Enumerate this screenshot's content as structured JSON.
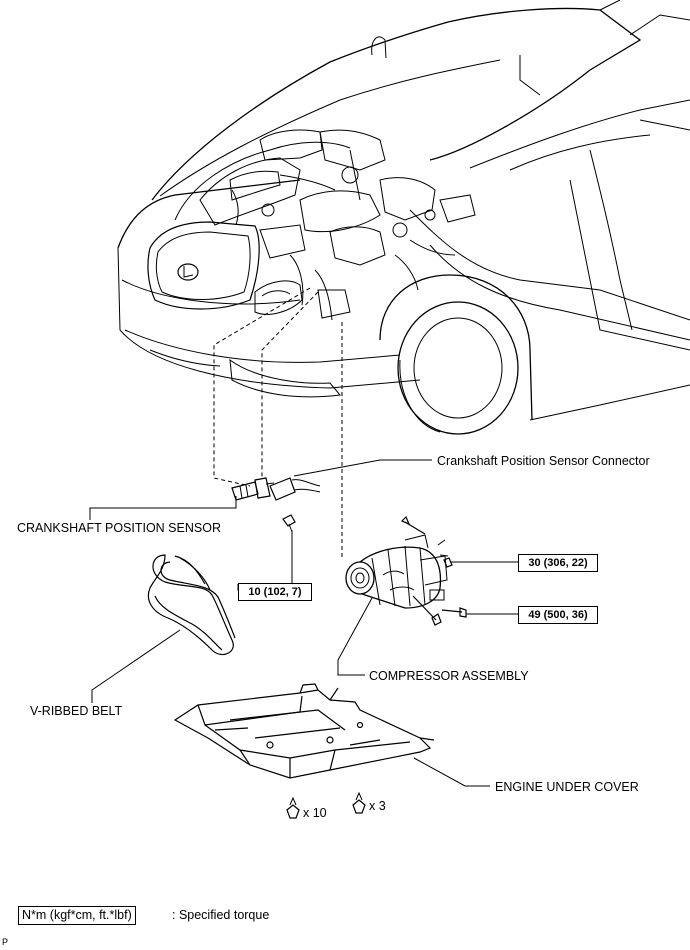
{
  "labels": {
    "crankshaft_connector": "Crankshaft Position Sensor Connector",
    "crankshaft_sensor": "CRANKSHAFT POSITION SENSOR",
    "v_ribbed_belt": "V-RIBBED BELT",
    "compressor": "COMPRESSOR ASSEMBLY",
    "engine_under_cover": "ENGINE UNDER COVER"
  },
  "torques": {
    "sensor_bolt": "10 (102, 7)",
    "compressor_nut": "30 (306, 22)",
    "compressor_bolt": "49 (500, 36)"
  },
  "quantities": {
    "cover_bolts": "x 10",
    "cover_screws": "x 3"
  },
  "legend": {
    "unit_box": "N*m (kgf*cm, ft.*lbf)",
    "description": ": Specified torque"
  },
  "corner_mark": "P"
}
